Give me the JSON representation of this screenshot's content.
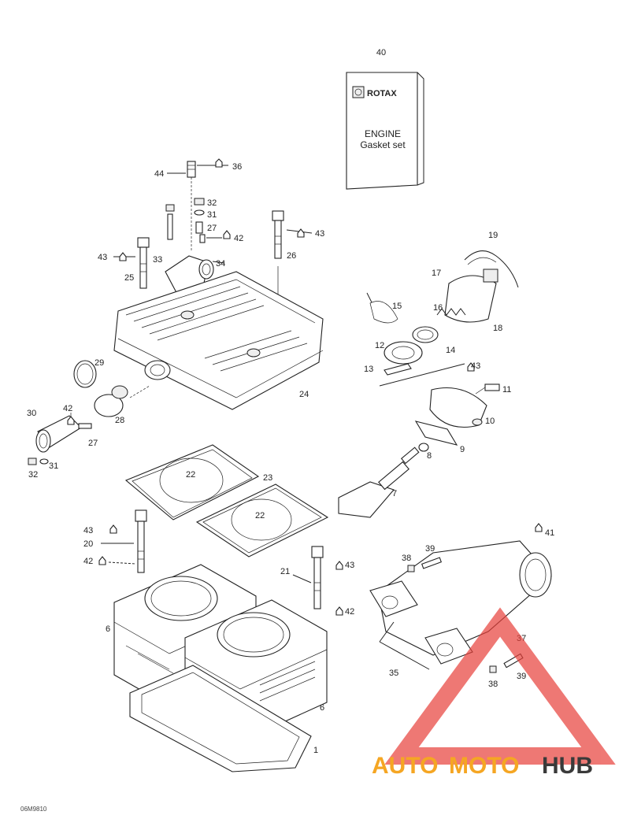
{
  "gasket_box": {
    "brand": "ROTAX",
    "line1": "ENGINE",
    "line2": "Gasket set"
  },
  "callouts": {
    "c1": "1",
    "c6a": "6",
    "c6b": "6",
    "c7": "7",
    "c8": "8",
    "c9": "9",
    "c10": "10",
    "c11": "11",
    "c12": "12",
    "c13": "13",
    "c14": "14",
    "c15": "15",
    "c16": "16",
    "c17": "17",
    "c18": "18",
    "c19": "19",
    "c20": "20",
    "c21": "21",
    "c22a": "22",
    "c22b": "22",
    "c23": "23",
    "c24": "24",
    "c25": "25",
    "c26": "26",
    "c27a": "27",
    "c27b": "27",
    "c28": "28",
    "c29": "29",
    "c30": "30",
    "c31a": "31",
    "c31b": "31",
    "c32a": "32",
    "c32b": "32",
    "c33": "33",
    "c34": "34",
    "c35": "35",
    "c36": "36",
    "c37": "37",
    "c38a": "38",
    "c38b": "38",
    "c39a": "39",
    "c39b": "39",
    "c40": "40",
    "c41": "41",
    "c42a": "42",
    "c42b": "42",
    "c42c": "42",
    "c42d": "42",
    "c43a": "43",
    "c43b": "43",
    "c43c": "43",
    "c43d": "43",
    "c43e": "43",
    "c44": "44"
  },
  "figure_code": "06M9810",
  "watermark": {
    "part1": "AUTO",
    "part2": "MOTO",
    "part3": "HUB",
    "color_orange": "#f5a623",
    "color_red": "#e8403a",
    "color_dark": "#3a3a3a"
  }
}
